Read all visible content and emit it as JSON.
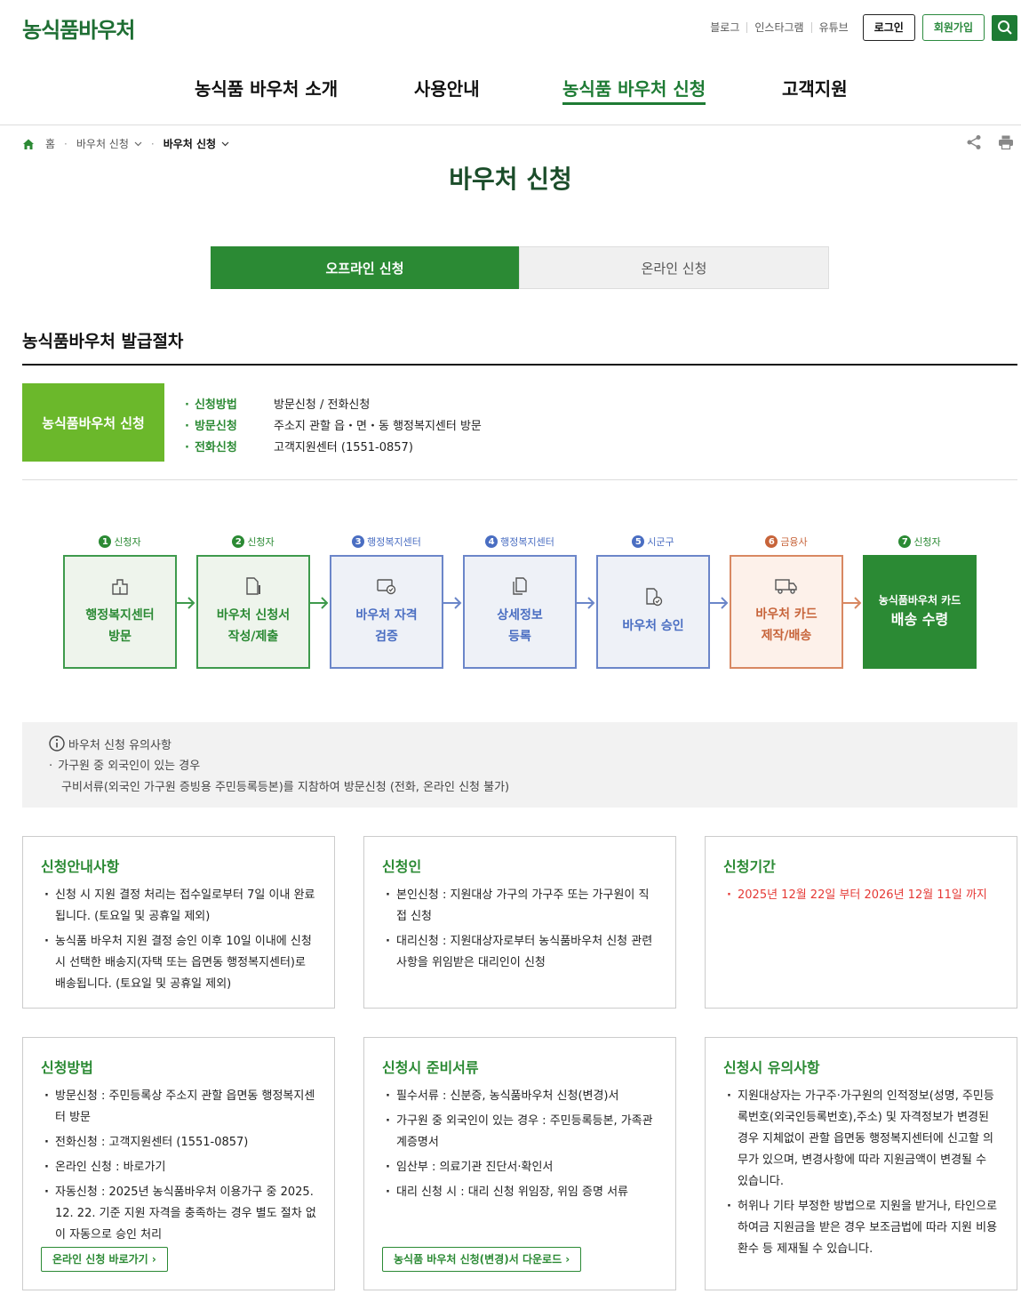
{
  "header": {
    "logo": "농식품바우처",
    "util_links": [
      "블로그",
      "인스타그램",
      "유튜브"
    ],
    "login": "로그인",
    "join": "회원가입"
  },
  "gnb": [
    "농식품 바우처 소개",
    "사용안내",
    "농식품 바우처 신청",
    "고객지원"
  ],
  "breadcrumb": {
    "home": "홈",
    "level1": "바우처 신청",
    "level2": "바우처 신청"
  },
  "page_title": "바우처 신청",
  "tabs": {
    "offline": "오프라인 신청",
    "online": "온라인 신청"
  },
  "section_title": "농식품바우처 발급절차",
  "info": {
    "box_label": "농식품바우처 신청",
    "rows": [
      {
        "k": "신청방법",
        "v": "방문신청 / 전화신청"
      },
      {
        "k": "방문신청",
        "v": "주소지 관할 읍・면・동 행정복지센터 방문"
      },
      {
        "k": "전화신청",
        "v": "고객지원센터 (1551-0857)"
      }
    ]
  },
  "steps": [
    {
      "num": "1",
      "actor": "신청자",
      "line1": "행정복지센터",
      "line2": "방문"
    },
    {
      "num": "2",
      "actor": "신청자",
      "line1": "바우처 신청서",
      "line2": "작성/제출"
    },
    {
      "num": "3",
      "actor": "행정복지센터",
      "line1": "바우처 자격",
      "line2": "검증"
    },
    {
      "num": "4",
      "actor": "행정복지센터",
      "line1": "상세정보",
      "line2": "등록"
    },
    {
      "num": "5",
      "actor": "시군구",
      "line1": "바우처 승인",
      "line2": ""
    },
    {
      "num": "6",
      "actor": "금융사",
      "line1": "바우처 카드",
      "line2": "제작/배송"
    },
    {
      "num": "7",
      "actor": "신청자",
      "line1": "농식품바우처 카드",
      "line2": "배송 수령"
    }
  ],
  "notice": {
    "title": "바우처 신청 유의사항",
    "item_line1": "가구원 중 외국인이 있는 경우",
    "item_line2": "구비서류(외국인 가구원 증빙용 주민등록등본)를 지참하여 방문신청 (전화, 온라인 신청 불가)"
  },
  "cards": {
    "guide": {
      "title": "신청안내사항",
      "items": [
        "신청 시 지원 결정 처리는 접수일로부터 7일 이내 완료됩니다. (토요일 및 공휴일 제외)",
        "농식품 바우처 지원 결정 승인 이후 10일 이내에 신청 시 선택한 배송지(자택 또는 읍면동 행정복지센터)로 배송됩니다. (토요일 및 공휴일 제외)"
      ]
    },
    "applicant": {
      "title": "신청인",
      "items": [
        "본인신청 : 지원대상 가구의 가구주 또는 가구원이 직접 신청",
        "대리신청 : 지원대상자로부터 농식품바우처 신청 관련 사항을 위임받은 대리인이 신청"
      ]
    },
    "period": {
      "title": "신청기간",
      "items": [
        "2025년 12월 22일 부터 2026년 12월 11일 까지"
      ]
    },
    "method": {
      "title": "신청방법",
      "items": [
        "방문신청 : 주민등록상 주소지 관할 읍면동 행정복지센터 방문",
        "전화신청 : 고객지원센터 (1551-0857)",
        "온라인 신청 : 바로가기",
        "자동신청 : 2025년 농식품바우처 이용가구 중 2025. 12. 22. 기준 지원 자격을 충족하는 경우 별도 절차 없이 자동으로 승인 처리"
      ],
      "button": "온라인 신청 바로가기"
    },
    "docs": {
      "title": "신청시 준비서류",
      "items": [
        "필수서류 : 신분증, 농식품바우처 신청(변경)서",
        "가구원 중 외국인이 있는 경우 : 주민등록등본, 가족관계증명서",
        "임산부 : 의료기관 진단서·확인서",
        "대리 신청 시 : 대리 신청 위임장, 위임 증명 서류"
      ],
      "button": "농식품 바우처 신청(변경)서 다운로드"
    },
    "caution": {
      "title": "신청시 유의사항",
      "items": [
        "지원대상자는 가구주·가구원의 인적정보(성명, 주민등록번호(외국인등록번호),주소) 및 자격정보가 변경된 경우 지체없이 관할 읍면동 행정복지센터에 신고할 의무가 있으며, 변경사항에 따라 지원금액이 변경될 수 있습니다.",
        "허위나 기타 부정한 방법으로 지원을 받거나, 타인으로 하여금 지원금을 받은 경우 보조금법에 따라 지원 비용 환수 등 제재될 수 있습니다."
      ]
    }
  },
  "colors": {
    "primary": "#2b8a34",
    "light_green": "#6bb82b",
    "blue": "#4a6ec2",
    "orange": "#c7643a",
    "red": "#e53935"
  }
}
